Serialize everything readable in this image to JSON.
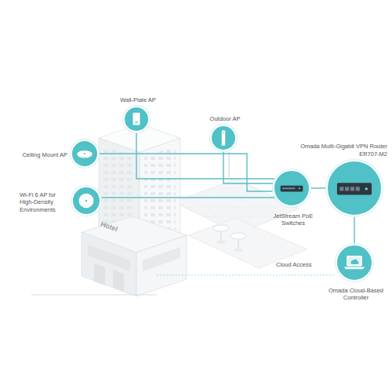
{
  "diagram": {
    "nodes": [
      {
        "text": [
          "Wall-Plate AP"
        ]
      },
      {
        "text": [
          "Ceiling Mount AP"
        ]
      },
      {
        "text": [
          "Wi-Fi 6 AP for High-Density Environments"
        ]
      },
      {
        "text": [
          "Outdoor AP"
        ]
      },
      {
        "text": [
          "JetStream PoE Switches"
        ]
      },
      {
        "text": [
          "Omada Multi-Gigabit VPN Router ER707-M2"
        ]
      },
      {
        "text": [
          "Omada Cloud-Based Controller"
        ]
      }
    ],
    "edges": [
      {
        "from": 0,
        "to": 4,
        "arrow": "none"
      },
      {
        "from": 1,
        "to": 4,
        "arrow": "none"
      },
      {
        "from": 2,
        "to": 4,
        "arrow": "none"
      },
      {
        "from": 3,
        "to": 4,
        "arrow": "none"
      },
      {
        "from": 4,
        "to": 5,
        "arrow": "none"
      },
      {
        "from": 5,
        "to": 6,
        "arrow": "none"
      }
    ],
    "labels": [
      "Hotel",
      "Cloud Access"
    ]
  }
}
